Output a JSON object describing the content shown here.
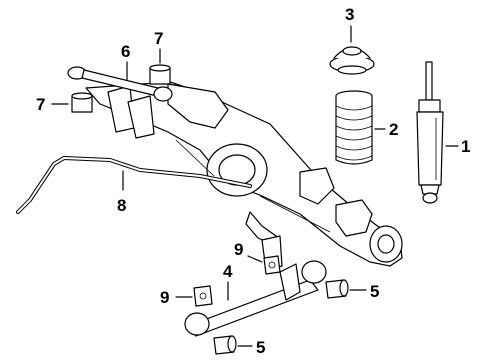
{
  "diagram": {
    "callouts": [
      {
        "id": "c1",
        "text": "1"
      },
      {
        "id": "c2",
        "text": "2"
      },
      {
        "id": "c3",
        "text": "3"
      },
      {
        "id": "c4",
        "text": "4"
      },
      {
        "id": "c5a",
        "text": "5"
      },
      {
        "id": "c5b",
        "text": "5"
      },
      {
        "id": "c6",
        "text": "6"
      },
      {
        "id": "c7a",
        "text": "7"
      },
      {
        "id": "c7b",
        "text": "7"
      },
      {
        "id": "c8",
        "text": "8"
      },
      {
        "id": "c9a",
        "text": "9"
      },
      {
        "id": "c9b",
        "text": "9"
      }
    ],
    "parts": [
      "shock-absorber",
      "coil-spring",
      "spring-seat",
      "lower-control-arm",
      "bushing",
      "upper-control-arm",
      "bushing",
      "stabilizer-bar",
      "bushing",
      "axle-housing"
    ]
  }
}
